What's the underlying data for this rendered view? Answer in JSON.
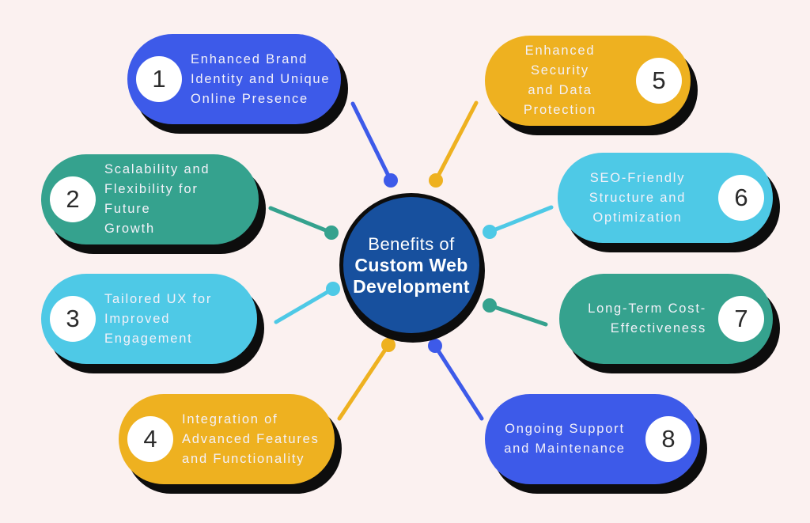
{
  "palette": {
    "background": "#FBF1F0",
    "blue": "#3D5AE9",
    "teal": "#35A28E",
    "cyan": "#4EC9E6",
    "yellow": "#EEB120",
    "navy": "#17509E",
    "shadow": "#0D0D0D",
    "pill_text": "#F3F1F9",
    "number_text": "#2B2B2B",
    "badge_bg": "#FFFFFF"
  },
  "center": {
    "line1": "Benefits of",
    "line2": "Custom Web",
    "line3": "Development"
  },
  "pills": [
    {
      "number": "1",
      "label": "Enhanced Brand\nIdentity and Unique\nOnline Presence",
      "color": "blue",
      "side": "left"
    },
    {
      "number": "2",
      "label": "Scalability and\nFlexibility for Future\nGrowth",
      "color": "teal",
      "side": "left"
    },
    {
      "number": "3",
      "label": "Tailored UX for\nImproved\nEngagement",
      "color": "cyan",
      "side": "left"
    },
    {
      "number": "4",
      "label": "Integration of\nAdvanced Features\nand Functionality",
      "color": "yellow",
      "side": "left"
    },
    {
      "number": "5",
      "label": "Enhanced Security\nand Data Protection",
      "color": "yellow",
      "side": "right"
    },
    {
      "number": "6",
      "label": "SEO-Friendly\nStructure and\nOptimization",
      "color": "cyan",
      "side": "right"
    },
    {
      "number": "7",
      "label": "Long-Term Cost-\nEffectiveness",
      "color": "teal",
      "side": "right"
    },
    {
      "number": "8",
      "label": "Ongoing Support\nand Maintenance",
      "color": "blue",
      "side": "right"
    }
  ]
}
